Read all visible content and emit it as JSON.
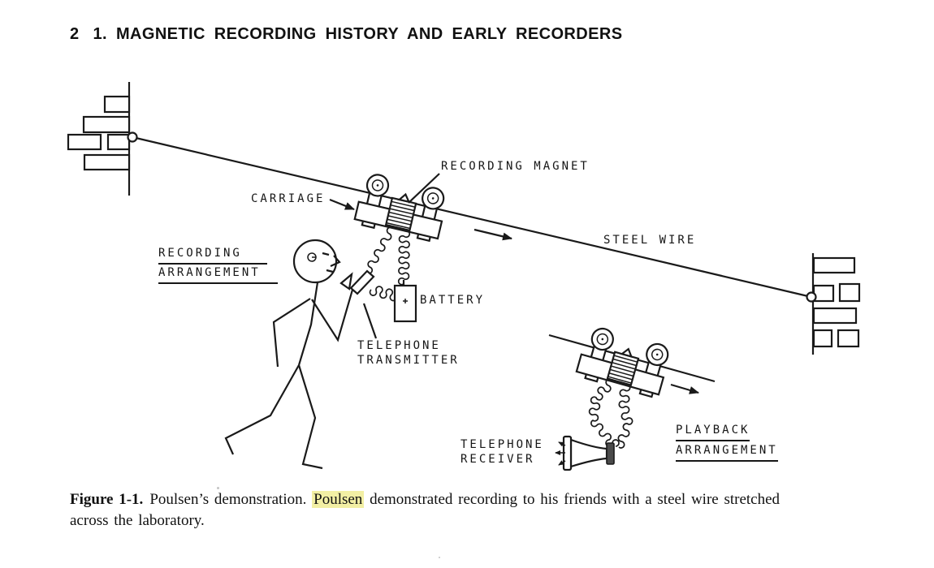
{
  "page": {
    "number": "2",
    "chapter_title": "1. MAGNETIC RECORDING HISTORY AND EARLY RECORDERS"
  },
  "diagram": {
    "labels": {
      "recording_magnet": "RECORDING MAGNET",
      "carriage": "CARRIAGE",
      "steel_wire": "STEEL WIRE",
      "recording_arrangement": [
        "RECORDING",
        "ARRANGEMENT"
      ],
      "battery": "BATTERY",
      "telephone_transmitter": [
        "TELEPHONE",
        "TRANSMITTER"
      ],
      "telephone_receiver": [
        "TELEPHONE",
        "RECEIVER"
      ],
      "playback_arrangement": [
        "PLAYBACK",
        "ARRANGEMENT"
      ]
    },
    "colors": {
      "ink": "#1a1a1a",
      "paper": "#ffffff",
      "highlight": "#f2efa4"
    }
  },
  "caption": {
    "prefix": "Figure 1-1.",
    "before_highlight": "Poulsen’s demonstration. ",
    "highlighted": "Poulsen",
    "after_highlight": " demonstrated recording to his friends with a steel wire stretched across the laboratory."
  }
}
